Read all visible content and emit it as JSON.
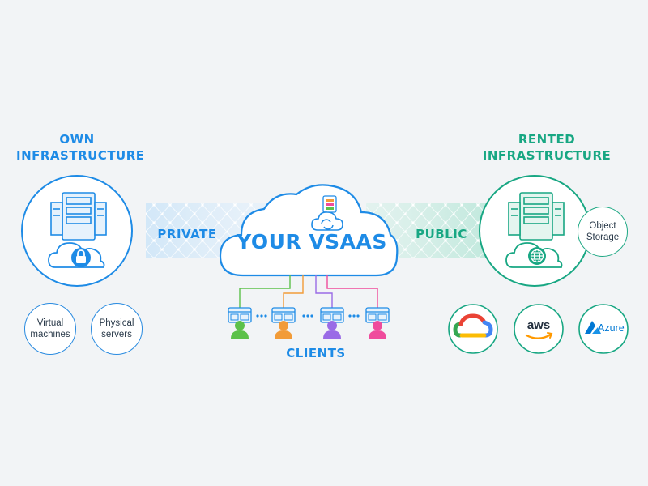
{
  "own_infrastructure": {
    "heading_line1": "OWN",
    "heading_line2": "INFRASTRUCTURE",
    "items": [
      "Virtual machines",
      "Physical servers"
    ]
  },
  "rented_infrastructure": {
    "heading_line1": "RENTED",
    "heading_line2": "INFRASTRUCTURE",
    "items": [
      "Object Storage"
    ],
    "providers": [
      "aws",
      "Azure"
    ]
  },
  "links": {
    "private_label": "PRIVATE",
    "public_label": "PUBLIC"
  },
  "center": {
    "title": "YOUR VSAAS",
    "clients_label": "CLIENTS"
  },
  "colors": {
    "own_blue": "#1e8be6",
    "rented_green": "#18a783",
    "client_colors": [
      "#5cc14a",
      "#f29b38",
      "#9a6be6",
      "#ef4b9c"
    ]
  },
  "icons": {
    "own_main": "server-rack-lock-cloud-icon",
    "rented_main": "server-rack-globe-cloud-icon",
    "cloud_badge": "cloud-sync-servers-icon",
    "client": "client-monitor-person-icon",
    "google_cloud": "google-cloud-logo",
    "aws": "aws-logo",
    "azure": "azure-logo"
  }
}
